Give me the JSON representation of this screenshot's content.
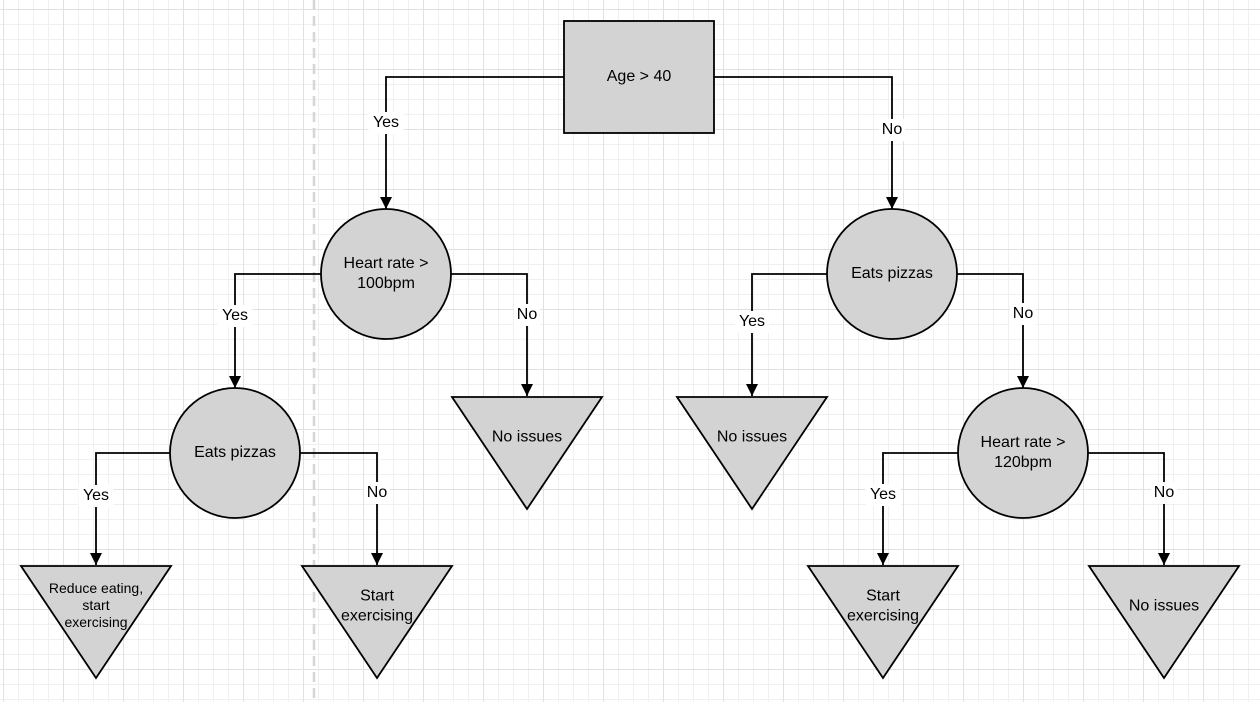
{
  "colors": {
    "node_fill": "#d3d3d3",
    "stroke": "#000000",
    "divider": "#d6d6d6"
  },
  "nodes": {
    "age": {
      "lines": [
        "Age > 40"
      ]
    },
    "heart_100": {
      "lines": [
        "Heart rate >",
        "100bpm"
      ]
    },
    "eats_right": {
      "lines": [
        "Eats pizzas"
      ]
    },
    "eats_left": {
      "lines": [
        "Eats pizzas"
      ]
    },
    "no_issues_1": {
      "lines": [
        "No issues"
      ]
    },
    "no_issues_2": {
      "lines": [
        "No issues"
      ]
    },
    "heart_120": {
      "lines": [
        "Heart rate >",
        "120bpm"
      ]
    },
    "reduce": {
      "lines": [
        "Reduce eating,",
        "start",
        "exercising"
      ]
    },
    "start_1": {
      "lines": [
        "Start",
        "exercising"
      ]
    },
    "start_2": {
      "lines": [
        "Start",
        "exercising"
      ]
    },
    "no_issues_3": {
      "lines": [
        "No issues"
      ]
    }
  },
  "edges": [
    {
      "from": "age",
      "to": "heart_100",
      "label": "Yes"
    },
    {
      "from": "age",
      "to": "eats_right",
      "label": "No"
    },
    {
      "from": "heart_100",
      "to": "eats_left",
      "label": "Yes"
    },
    {
      "from": "heart_100",
      "to": "no_issues_1",
      "label": "No"
    },
    {
      "from": "eats_right",
      "to": "no_issues_2",
      "label": "Yes"
    },
    {
      "from": "eats_right",
      "to": "heart_120",
      "label": "No"
    },
    {
      "from": "eats_left",
      "to": "reduce",
      "label": "Yes"
    },
    {
      "from": "eats_left",
      "to": "start_1",
      "label": "No"
    },
    {
      "from": "heart_120",
      "to": "start_2",
      "label": "Yes"
    },
    {
      "from": "heart_120",
      "to": "no_issues_3",
      "label": "No"
    }
  ]
}
